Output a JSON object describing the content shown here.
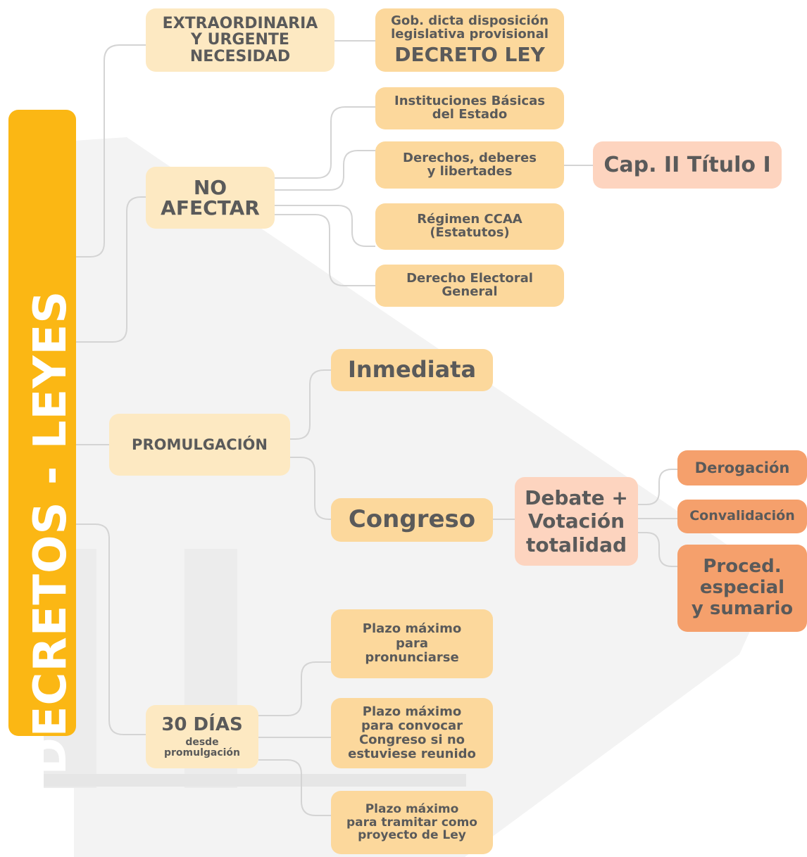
{
  "root": {
    "title": "DECRETOS - LEYES"
  },
  "branches": {
    "urgencia": {
      "label": [
        "EXTRAORDINARIA",
        "Y URGENTE",
        "NECESIDAD"
      ],
      "result": {
        "line1": "Gob. dicta disposición",
        "line2": "legislativa provisional",
        "line3": "DECRETO LEY"
      }
    },
    "no_afectar": {
      "label": [
        "NO",
        "AFECTAR"
      ],
      "items": [
        [
          "Instituciones Básicas",
          "del Estado"
        ],
        [
          "Derechos, deberes",
          "y libertades"
        ],
        [
          "Régimen CCAA",
          "(Estatutos)"
        ],
        [
          "Derecho Electoral",
          "General"
        ]
      ],
      "ref": "Cap. II Título I"
    },
    "promulgacion": {
      "label": "PROMULGACIÓN",
      "inmediata": "Inmediata",
      "congreso": "Congreso",
      "debate": [
        "Debate +",
        "Votación",
        "totalidad"
      ],
      "outcomes": {
        "derogacion": "Derogación",
        "convalidacion": "Convalidación",
        "proced": [
          "Proced.",
          "especial",
          "y sumario"
        ]
      }
    },
    "plazo": {
      "label": "30 DÍAS",
      "sublabel": [
        "desde",
        "promulgación"
      ],
      "items": [
        [
          "Plazo máximo",
          "para",
          "pronunciarse"
        ],
        [
          "Plazo máximo",
          "para convocar",
          "Congreso si no",
          "estuviese reunido"
        ],
        [
          "Plazo máximo",
          "para tramitar como",
          "proyecto de Ley"
        ]
      ]
    }
  },
  "colors": {
    "root": "#fbb714",
    "node_light": "#fde9c2",
    "node_mid": "#fcd89c",
    "node_pink": "#fdd4bf",
    "node_coral": "#f5a06c",
    "connector": "#d4d4d4",
    "text": "#5a5a5a"
  }
}
